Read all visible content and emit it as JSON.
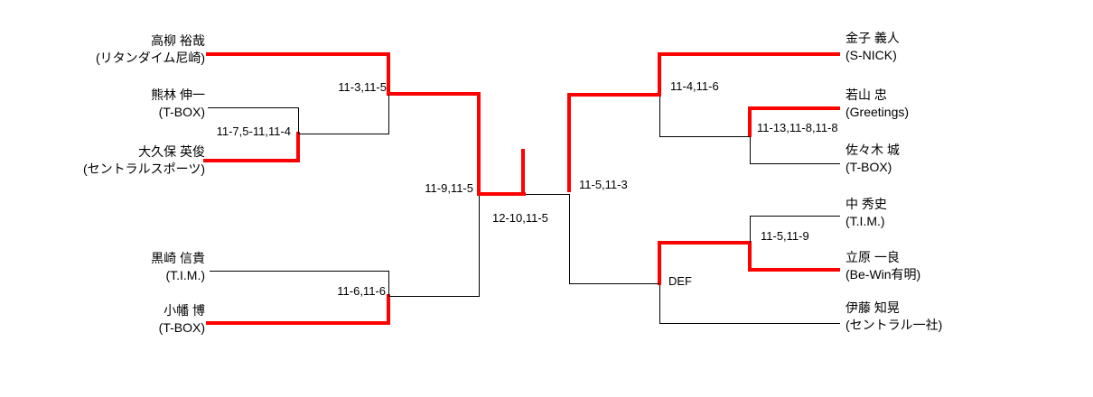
{
  "colors": {
    "winner_path": "#ff0000",
    "line": "#000000",
    "text": "#000000",
    "background": "#ffffff"
  },
  "left": {
    "players": [
      {
        "name": "高柳 裕哉",
        "club": "(リタンダイム尼崎)"
      },
      {
        "name": "熊林 伸一",
        "club": "(T-BOX)"
      },
      {
        "name": "大久保 英俊",
        "club": "(セントラルスポーツ)"
      },
      {
        "name": "黒崎 信貴",
        "club": "(T.I.M.)"
      },
      {
        "name": "小幡 博",
        "club": "(T-BOX)"
      }
    ],
    "scores": {
      "round1": "11-7,5-11,11-4",
      "quarter_top": "11-3,11-5",
      "quarter_bottom": "11-6,11-6",
      "semifinal": "11-9,11-5"
    }
  },
  "right": {
    "players": [
      {
        "name": "金子 義人",
        "club": "(S-NICK)"
      },
      {
        "name": "若山 忠",
        "club": "(Greetings)"
      },
      {
        "name": "佐々木 城",
        "club": "(T-BOX)"
      },
      {
        "name": "中 秀史",
        "club": "(T.I.M.)"
      },
      {
        "name": "立原 一良",
        "club": "(Be-Win有明)"
      },
      {
        "name": "伊藤 知晃",
        "club": "(セントラル一社)"
      }
    ],
    "scores": {
      "round1_top": "11-13,11-8,11-8",
      "quarter_top": "11-4,11-6",
      "round1_bottom": "11-5,11-9",
      "quarter_bottom": "DEF",
      "semifinal": "11-5,11-3"
    }
  },
  "final": {
    "score": "12-10,11-5"
  }
}
